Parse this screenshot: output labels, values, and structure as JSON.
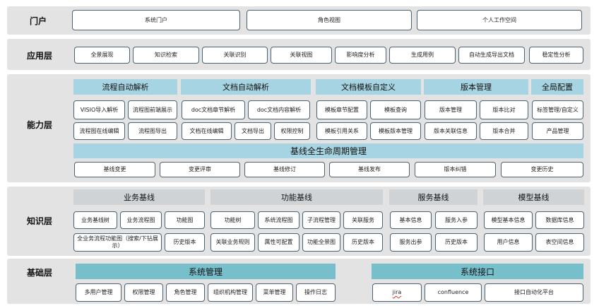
{
  "layers": {
    "portal": {
      "label": "门户",
      "items": [
        "系统门户",
        "角色视图",
        "个人工作空间"
      ]
    },
    "application": {
      "label": "应用层",
      "items": [
        "全景展现",
        "知识检索",
        "关联识别",
        "关联视图",
        "影响度分析",
        "生成用例",
        "自动生成导出文档",
        "稳定性分析"
      ]
    },
    "capability": {
      "label": "能力层",
      "groups": [
        {
          "title": "流程自动解析",
          "items": [
            "VISIO导入解析",
            "流程图前端展示",
            "流程图在线编辑",
            "流程图导出"
          ]
        },
        {
          "title": "文档自动解析",
          "items": [
            "doc文档章节解析",
            "doc文档内容解析",
            "文档在线编辑",
            "文档导出",
            "权限控制"
          ]
        },
        {
          "title": "文档模板自定义",
          "items": [
            "模板章节配置",
            "模板查询",
            "模板引用关系",
            "模板版本管理"
          ]
        },
        {
          "title": "版本管理",
          "items": [
            "版本管理",
            "版本比对",
            "版本关联信息",
            "版本合并"
          ]
        },
        {
          "title": "全局配置",
          "items": [
            "标签管理/自定义",
            "产品管理"
          ]
        }
      ],
      "lifecycle": {
        "title": "基线全生命周期管理",
        "items": [
          "基线变更",
          "变更评审",
          "基线修订",
          "基线发布",
          "版本纠错",
          "变更历史"
        ]
      }
    },
    "knowledge": {
      "label": "知识层",
      "groups": [
        {
          "title": "业务基线",
          "items": [
            "业务基线树",
            "业务流程图",
            "功能图",
            "全业务流程功能图（搜索/下钻展示）",
            "历史版本"
          ]
        },
        {
          "title": "功能基线",
          "items": [
            "功能树",
            "系统流程图",
            "子流程管理",
            "关联服务",
            "关联业务规则",
            "属性可配置",
            "功能全景图",
            "历史版本"
          ]
        },
        {
          "title": "服务基线",
          "items": [
            "基本信息",
            "服务入参",
            "服务出参",
            "历史版本"
          ]
        },
        {
          "title": "模型基线",
          "items": [
            "模型基本信息",
            "数据库信息",
            "用户信息",
            "表空间信息"
          ]
        }
      ]
    },
    "foundation": {
      "label": "基础层",
      "groups": [
        {
          "title": "系统管理",
          "items": [
            "多用户管理",
            "权限管理",
            "角色管理",
            "组织机构管理",
            "菜单管理",
            "操作日志"
          ]
        },
        {
          "title": "系统接口",
          "items": [
            "jira",
            "confluence",
            "接口自动化平台"
          ]
        }
      ]
    }
  }
}
